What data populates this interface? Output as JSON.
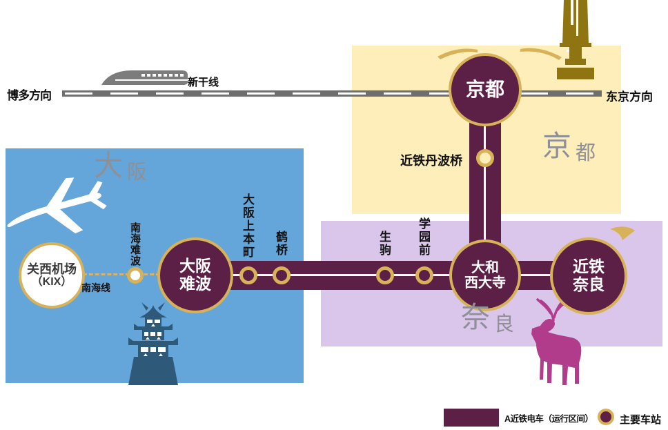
{
  "shinkansen": {
    "icon": "shinkansen-train-icon",
    "line_label": "新干线",
    "left_direction": "博多方向",
    "right_direction": "东京方向"
  },
  "regions": {
    "kyoto": {
      "large": "京",
      "small": "都"
    },
    "osaka": {
      "large": "大",
      "small": "阪"
    },
    "nara": {
      "large": "奈",
      "small": "良"
    }
  },
  "stations": {
    "kyoto": {
      "label": "京都"
    },
    "kintetsu_tambabashi": {
      "label": "近铁丹波桥"
    },
    "osaka_namba": {
      "line1": "大阪",
      "line2": "难波"
    },
    "osaka_uehommachi": {
      "label": "大阪上本町"
    },
    "tsuruhashi": {
      "label": "鹤桥"
    },
    "ikoma": {
      "label": "生驹"
    },
    "gakuemmae": {
      "label": "学园前"
    },
    "yamato_saidaiji": {
      "line1": "大和",
      "line2": "西大寺"
    },
    "kintetsu_nara": {
      "line1": "近铁",
      "line2": "奈良"
    },
    "kansai_airport": {
      "line1": "关西机场",
      "line2": "（KIX）"
    },
    "nankai_namba": {
      "label": "南海难波"
    }
  },
  "lines": {
    "nankai": {
      "label": "南海线"
    }
  },
  "legend": {
    "line_label": "A近铁电车（运行区间）",
    "station_label": "主要车站"
  },
  "colors": {
    "kintetsu_purple": "#5c1f45",
    "gold_ring": "#d7b258",
    "kyoto_bg": "#fdeeba",
    "osaka_bg": "#64a5da",
    "nara_bg": "#dbc6eb",
    "deer_magenta": "#b23c8c",
    "tower_gold": "#8f7412",
    "castle_navy": "#2f5978",
    "rail_gray": "#6e6e6e"
  }
}
